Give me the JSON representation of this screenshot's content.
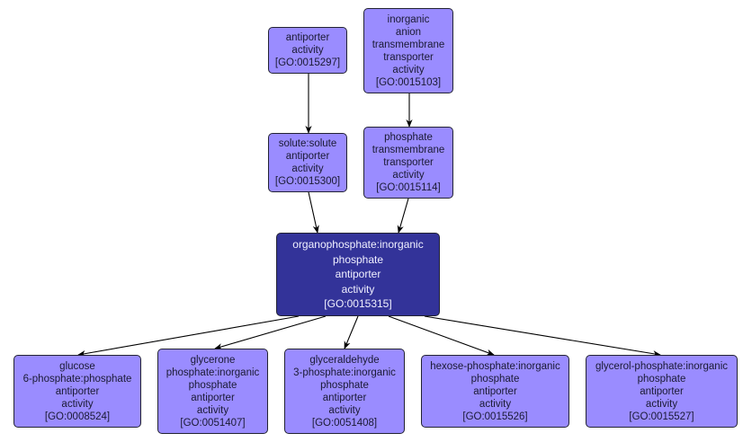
{
  "diagram": {
    "type": "GO term hierarchy",
    "colors": {
      "node_fill": "#9a8cff",
      "focus_fill": "#333399",
      "node_text": "#1a1a33",
      "focus_text": "#f0f0ff",
      "edge": "#000000"
    },
    "nodes": [
      {
        "id": "GO:0015297",
        "lines": [
          "antiporter",
          "activity",
          "[GO:0015297]"
        ],
        "focus": false
      },
      {
        "id": "GO:0015103",
        "lines": [
          "inorganic",
          "anion",
          "transmembrane",
          "transporter",
          "activity",
          "[GO:0015103]"
        ],
        "focus": false
      },
      {
        "id": "GO:0015300",
        "lines": [
          "solute:solute",
          "antiporter",
          "activity",
          "[GO:0015300]"
        ],
        "focus": false
      },
      {
        "id": "GO:0015114",
        "lines": [
          "phosphate",
          "transmembrane",
          "transporter",
          "activity",
          "[GO:0015114]"
        ],
        "focus": false
      },
      {
        "id": "GO:0015315",
        "lines": [
          "organophosphate:inorganic",
          "phosphate",
          "antiporter",
          "activity",
          "[GO:0015315]"
        ],
        "focus": true
      },
      {
        "id": "GO:0008524",
        "lines": [
          "glucose",
          "6-phosphate:phosphate",
          "antiporter",
          "activity",
          "[GO:0008524]"
        ],
        "focus": false
      },
      {
        "id": "GO:0051407",
        "lines": [
          "glycerone",
          "phosphate:inorganic",
          "phosphate",
          "antiporter",
          "activity",
          "[GO:0051407]"
        ],
        "focus": false
      },
      {
        "id": "GO:0051408",
        "lines": [
          "glyceraldehyde",
          "3-phosphate:inorganic",
          "phosphate",
          "antiporter",
          "activity",
          "[GO:0051408]"
        ],
        "focus": false
      },
      {
        "id": "GO:0015526",
        "lines": [
          "hexose-phosphate:inorganic",
          "phosphate",
          "antiporter",
          "activity",
          "[GO:0015526]"
        ],
        "focus": false
      },
      {
        "id": "GO:0015527",
        "lines": [
          "glycerol-phosphate:inorganic",
          "phosphate",
          "antiporter",
          "activity",
          "[GO:0015527]"
        ],
        "focus": false
      }
    ],
    "edges": [
      {
        "from": "GO:0015297",
        "to": "GO:0015300"
      },
      {
        "from": "GO:0015103",
        "to": "GO:0015114"
      },
      {
        "from": "GO:0015300",
        "to": "GO:0015315"
      },
      {
        "from": "GO:0015114",
        "to": "GO:0015315"
      },
      {
        "from": "GO:0015315",
        "to": "GO:0008524"
      },
      {
        "from": "GO:0015315",
        "to": "GO:0051407"
      },
      {
        "from": "GO:0015315",
        "to": "GO:0051408"
      },
      {
        "from": "GO:0015315",
        "to": "GO:0015526"
      },
      {
        "from": "GO:0015315",
        "to": "GO:0015527"
      }
    ]
  }
}
